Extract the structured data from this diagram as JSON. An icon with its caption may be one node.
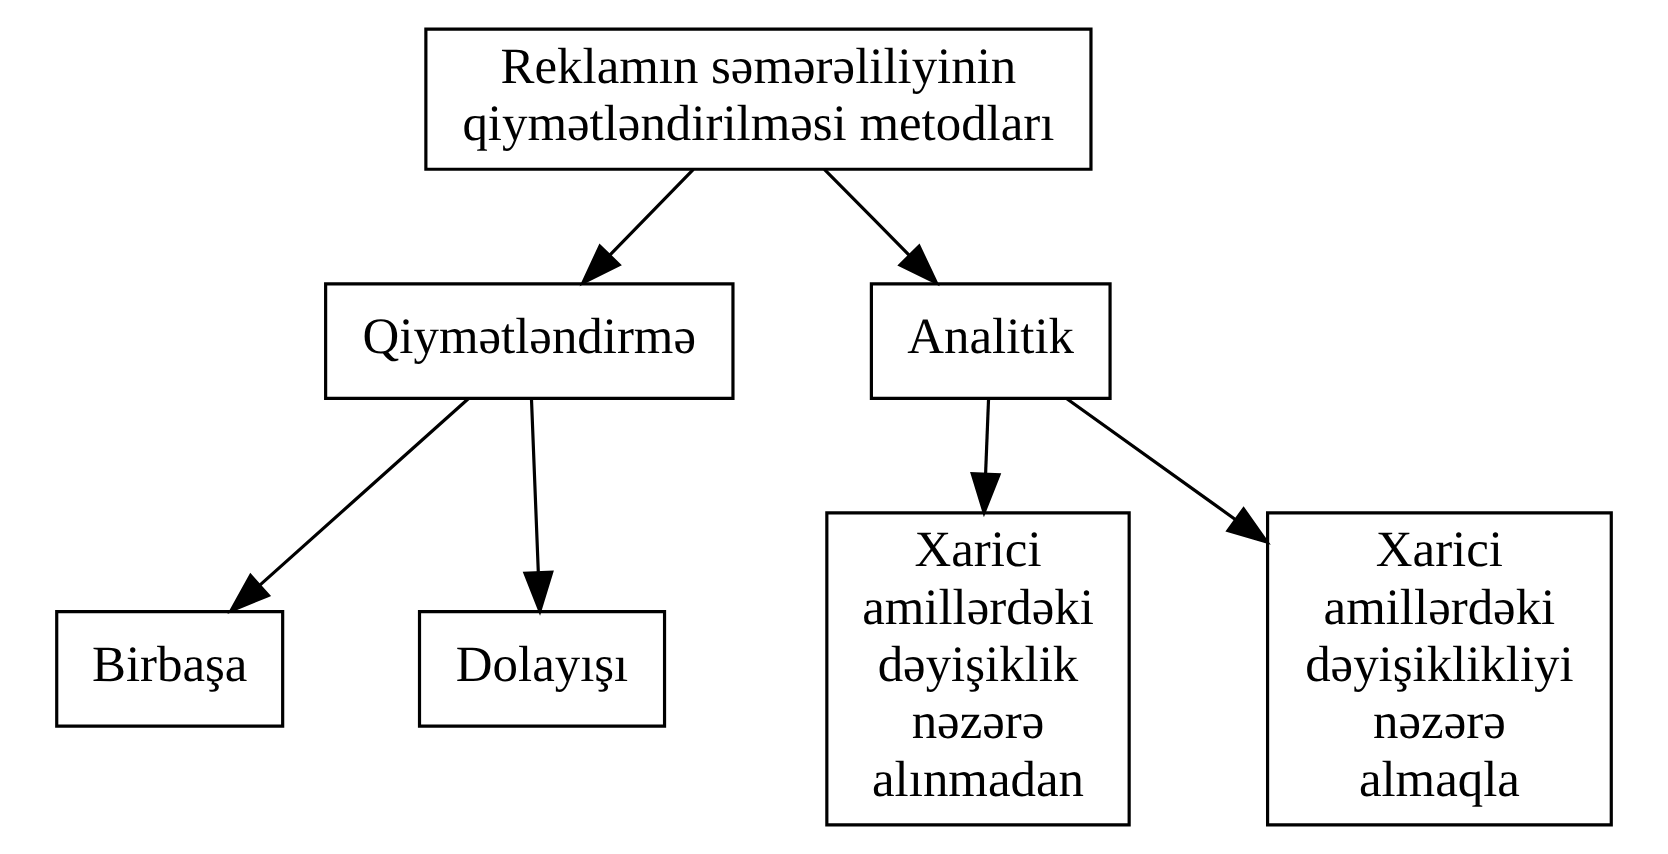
{
  "diagram": {
    "nodes": [
      {
        "text": [
          "Reklamın səmərəliliyinin qiymətləndirilməsi metodları"
        ]
      },
      {
        "text": [
          "Qiymətləndirmə"
        ]
      },
      {
        "text": [
          "Analitik"
        ]
      },
      {
        "text": [
          "Birbaşa"
        ]
      },
      {
        "text": [
          "Dolayışı"
        ]
      },
      {
        "text": [
          "Xarici amillərdəki dəyişiklik nəzərə alınmadan"
        ]
      },
      {
        "text": [
          "Xarici amillərdəki dəyişiklikliyi nəzərə almaqla"
        ]
      }
    ],
    "edges": [
      {
        "from": 0,
        "to": 1,
        "arrow": "to"
      },
      {
        "from": 0,
        "to": 2,
        "arrow": "to"
      },
      {
        "from": 1,
        "to": 3,
        "arrow": "to"
      },
      {
        "from": 1,
        "to": 4,
        "arrow": "to"
      },
      {
        "from": 2,
        "to": 5,
        "arrow": "to"
      },
      {
        "from": 2,
        "to": 6,
        "arrow": "to"
      }
    ]
  }
}
